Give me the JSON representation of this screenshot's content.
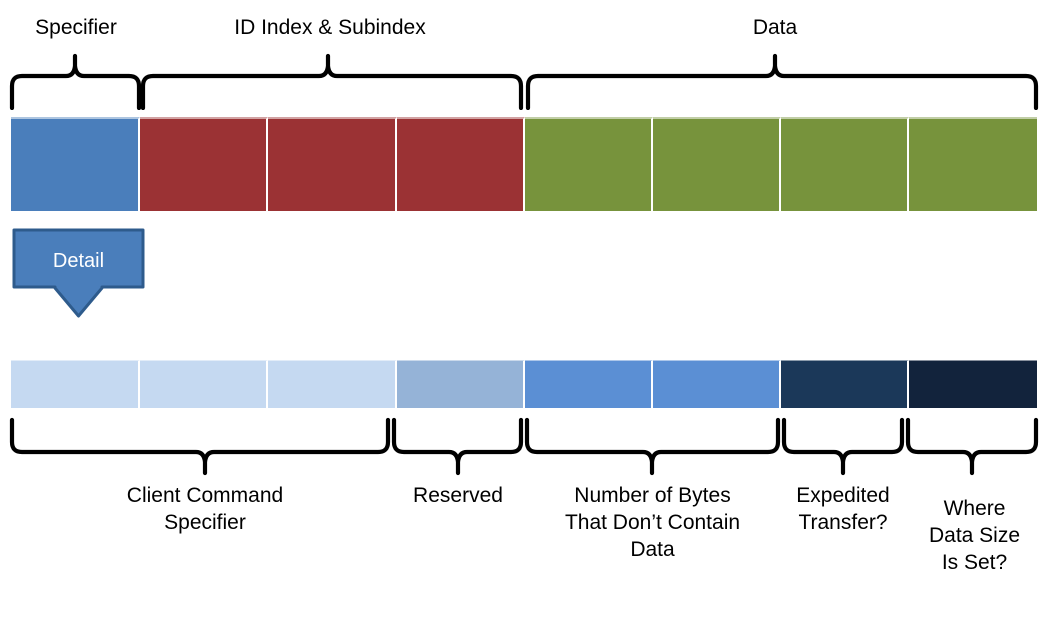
{
  "diagram": {
    "title_present": false,
    "top_bar": {
      "name": "sdo-frame-byte-layout",
      "segments": [
        {
          "name": "specifier-byte",
          "color": "#4A7EBB",
          "group": "specifier"
        },
        {
          "name": "id-index-byte-low",
          "color": "#9B3234",
          "group": "id-index-subindex"
        },
        {
          "name": "id-index-byte-high",
          "color": "#9B3234",
          "group": "id-index-subindex"
        },
        {
          "name": "subindex-byte",
          "color": "#9B3234",
          "group": "id-index-subindex"
        },
        {
          "name": "data-byte-0",
          "color": "#77933C",
          "group": "data"
        },
        {
          "name": "data-byte-1",
          "color": "#77933C",
          "group": "data"
        },
        {
          "name": "data-byte-2",
          "color": "#77933C",
          "group": "data"
        },
        {
          "name": "data-byte-3",
          "color": "#77933C",
          "group": "data"
        }
      ]
    },
    "top_brackets": [
      {
        "label": "Specifier"
      },
      {
        "label": "ID Index & Subindex"
      },
      {
        "label": "Data"
      }
    ],
    "detail_callout": {
      "label": "Detail",
      "fill_color": "#4A7EBB",
      "stroke_color": "#2E5B8C",
      "text_color": "#FFFFFF"
    },
    "bottom_bar": {
      "name": "specifier-bit-layout",
      "segments": [
        {
          "name": "ccs-bit-7",
          "color": "#C5D9F1"
        },
        {
          "name": "ccs-bit-6",
          "color": "#C5D9F1"
        },
        {
          "name": "ccs-bit-5",
          "color": "#C5D9F1"
        },
        {
          "name": "reserved-bit-4",
          "color": "#95B3D7"
        },
        {
          "name": "n-bit-3",
          "color": "#5B8FD4"
        },
        {
          "name": "n-bit-2",
          "color": "#5B8FD4"
        },
        {
          "name": "expedited-bit-1",
          "color": "#1B3859"
        },
        {
          "name": "size-indicator-bit-0",
          "color": "#12233C"
        }
      ]
    },
    "bottom_brackets": [
      {
        "label": "Client Command\nSpecifier"
      },
      {
        "label": "Reserved"
      },
      {
        "label": "Number of Bytes\nThat Don’t Contain\nData"
      },
      {
        "label": "Expedited\nTransfer?"
      },
      {
        "label": "Where\nData Size\nIs Set?"
      }
    ]
  }
}
